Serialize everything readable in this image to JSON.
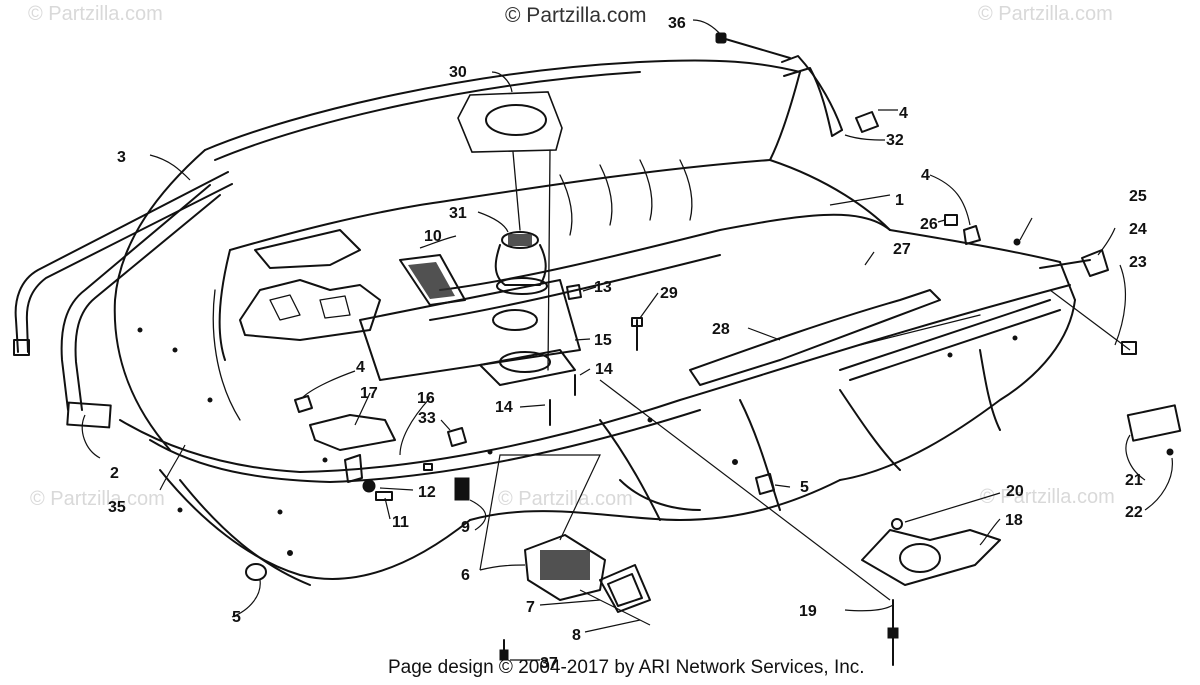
{
  "watermarks": {
    "top_center": "© Partzilla.com",
    "top_left": "© Partzilla.com",
    "top_right": "© Partzilla.com",
    "mid_left": "© Partzilla.com",
    "mid_center": "© Partzilla.com",
    "mid_right": "© Partzilla.com"
  },
  "footer": "Page design © 2004-2017 by ARI Network Services, Inc.",
  "callouts": {
    "c1": "1",
    "c2": "2",
    "c3": "3",
    "c4a": "4",
    "c4b": "4",
    "c4c": "4",
    "c5a": "5",
    "c5b": "5",
    "c6": "6",
    "c7": "7",
    "c8": "8",
    "c9": "9",
    "c10": "10",
    "c11": "11",
    "c12": "12",
    "c13": "13",
    "c14a": "14",
    "c14b": "14",
    "c15": "15",
    "c16": "16",
    "c17": "17",
    "c18": "18",
    "c19": "19",
    "c20": "20",
    "c21": "21",
    "c22": "22",
    "c23": "23",
    "c24": "24",
    "c25": "25",
    "c26": "26",
    "c27": "27",
    "c28": "28",
    "c29": "29",
    "c30": "30",
    "c31": "31",
    "c32": "32",
    "c33": "33",
    "c35": "35",
    "c36": "36",
    "c37": "37"
  }
}
